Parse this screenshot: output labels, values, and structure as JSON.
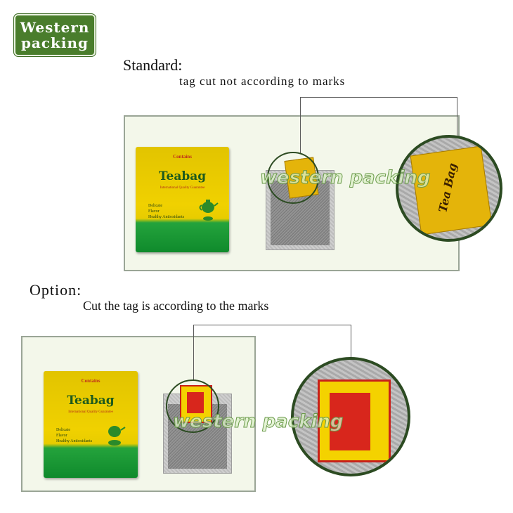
{
  "brand": {
    "line1": "Western",
    "line2": "packing",
    "color": "#4a7d2c"
  },
  "standard": {
    "heading": "Standard:",
    "description": "tag cut not according to marks",
    "watermark": "western packing",
    "pack": {
      "top_text": "Contains",
      "title": "Teabag",
      "subtitle": "International Quality Guarantee",
      "lines": [
        "Delicate",
        "Flavor",
        "Healthy Antioxidants"
      ]
    },
    "zoom_tag_text": "Tea Bag"
  },
  "option": {
    "heading": "Option:",
    "description": "Cut the tag is according to the marks",
    "watermark": "western packing",
    "pack": {
      "top_text": "Contains",
      "title": "Teabag",
      "subtitle": "International Quality Guarantee",
      "lines": [
        "Delicate",
        "Flavor",
        "Healthy Antioxidants"
      ]
    }
  },
  "icons": {
    "teapot": "teapot-icon",
    "cup": "teacup-icon"
  },
  "colors": {
    "panel_bg": "#f3f7ea",
    "green_pack": "#1a9433",
    "yellow_pack": "#f0d100",
    "circle_border": "#2c4b22",
    "red_tag": "#d8261c"
  }
}
